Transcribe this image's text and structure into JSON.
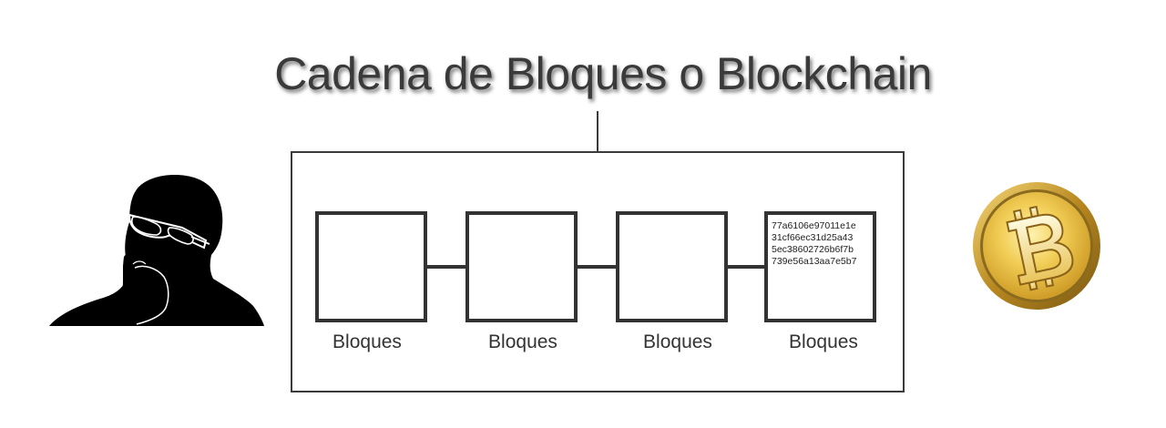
{
  "diagram": {
    "title": "Cadena de Bloques o Blockchain",
    "blocks": [
      {
        "label": "Bloques"
      },
      {
        "label": "Bloques"
      },
      {
        "label": "Bloques"
      },
      {
        "label": "Bloques",
        "hash_lines": [
          "77a6106e97011e1e",
          "31cf66ec31d25a43",
          "5ec38602726b6f7b",
          "739e56a13aa7e5b7"
        ]
      }
    ],
    "icons": {
      "person": "thinking-person-icon",
      "coin": "bitcoin-icon"
    },
    "colors": {
      "stroke": "#333333",
      "coin_gold": "#d9a932",
      "coin_rim": "#8a6a1e"
    }
  }
}
